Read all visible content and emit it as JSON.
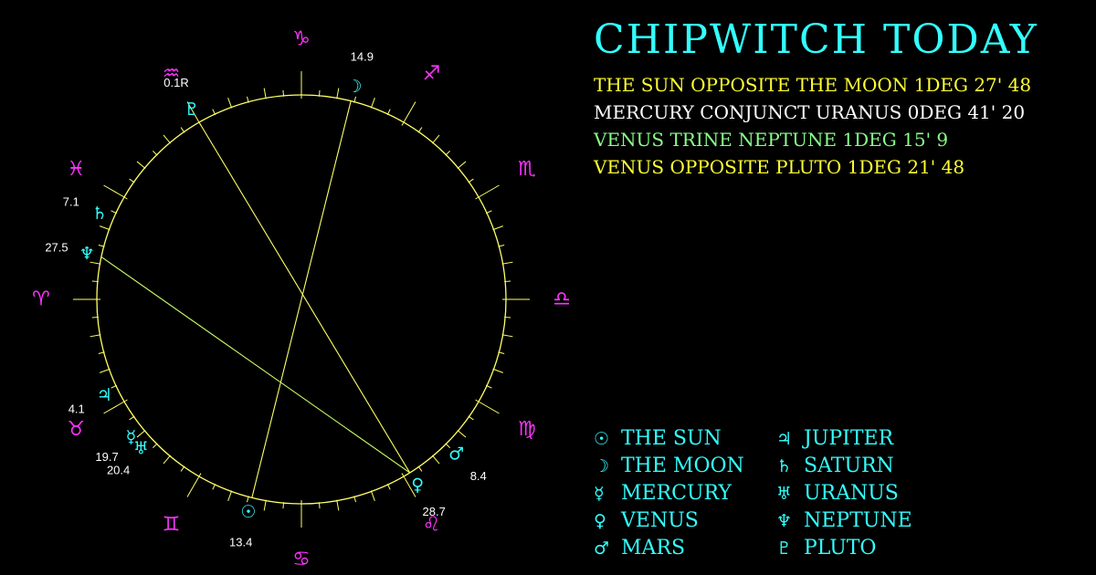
{
  "colors": {
    "background": "#000000",
    "ring": "#ffff66",
    "zodiac": "#ff33ff",
    "planet": "#33ffff",
    "title": "#33ffff",
    "aspect_opposition_line": "#ffff66",
    "aspect_trine_line": "#ccff66"
  },
  "title": "CHIPWITCH TODAY",
  "aspects": [
    {
      "text": "THE SUN OPPOSITE THE MOON 1DEG 27' 48",
      "color": "#ffff33"
    },
    {
      "text": "MERCURY CONJUNCT URANUS 0DEG 41' 20",
      "color": "#ffffff"
    },
    {
      "text": "VENUS TRINE NEPTUNE 1DEG 15' 9",
      "color": "#88ff88"
    },
    {
      "text": "VENUS OPPOSITE PLUTO 1DEG 21' 48",
      "color": "#ffff33"
    }
  ],
  "zodiac": [
    {
      "name": "aries",
      "symbol": "♈",
      "angle": 180
    },
    {
      "name": "taurus",
      "symbol": "♉",
      "angle": 210
    },
    {
      "name": "gemini",
      "symbol": "♊",
      "angle": 240
    },
    {
      "name": "cancer",
      "symbol": "♋",
      "angle": 270
    },
    {
      "name": "leo",
      "symbol": "♌",
      "angle": 300
    },
    {
      "name": "virgo",
      "symbol": "♍",
      "angle": 330
    },
    {
      "name": "libra",
      "symbol": "♎",
      "angle": 0
    },
    {
      "name": "scorpio",
      "symbol": "♏",
      "angle": 30
    },
    {
      "name": "sagittarius",
      "symbol": "♐",
      "angle": 60
    },
    {
      "name": "capricorn",
      "symbol": "♑",
      "angle": 90
    },
    {
      "name": "aquarius",
      "symbol": "♒",
      "angle": 120
    },
    {
      "name": "pisces",
      "symbol": "♓",
      "angle": 150
    }
  ],
  "planets": [
    {
      "name": "sun",
      "symbol": "☉",
      "degree": "13.4",
      "angle": 256
    },
    {
      "name": "moon",
      "symbol": "☽",
      "degree": "14.9",
      "angle": 76
    },
    {
      "name": "mercury",
      "symbol": "☿",
      "degree": "19.7",
      "angle": 219
    },
    {
      "name": "venus",
      "symbol": "♀",
      "degree": "28.7",
      "angle": 302
    },
    {
      "name": "mars",
      "symbol": "♂",
      "degree": "8.4",
      "angle": 315
    },
    {
      "name": "jupiter",
      "symbol": "♃",
      "degree": "4.1",
      "angle": 206
    },
    {
      "name": "saturn",
      "symbol": "♄",
      "degree": "7.1",
      "angle": 157
    },
    {
      "name": "uranus",
      "symbol": "♅",
      "degree": "20.4",
      "angle": 223
    },
    {
      "name": "neptune",
      "symbol": "♆",
      "degree": "27.5",
      "angle": 168
    },
    {
      "name": "pluto",
      "symbol": "♇",
      "degree": "0.1R",
      "angle": 120
    }
  ],
  "aspect_lines": [
    {
      "from": "sun",
      "to": "moon",
      "type": "opposition"
    },
    {
      "from": "venus",
      "to": "neptune",
      "type": "trine"
    },
    {
      "from": "venus",
      "to": "pluto",
      "type": "opposition"
    }
  ],
  "legend": [
    {
      "symbol": "☉",
      "label": "THE SUN"
    },
    {
      "symbol": "☽",
      "label": "THE MOON"
    },
    {
      "symbol": "☿",
      "label": "MERCURY"
    },
    {
      "symbol": "♀",
      "label": "VENUS"
    },
    {
      "symbol": "♂",
      "label": "MARS"
    },
    {
      "symbol": "♃",
      "label": "JUPITER"
    },
    {
      "symbol": "♄",
      "label": "SATURN"
    },
    {
      "symbol": "♅",
      "label": "URANUS"
    },
    {
      "symbol": "♆",
      "label": "NEPTUNE"
    },
    {
      "symbol": "♇",
      "label": "PLUTO"
    }
  ]
}
